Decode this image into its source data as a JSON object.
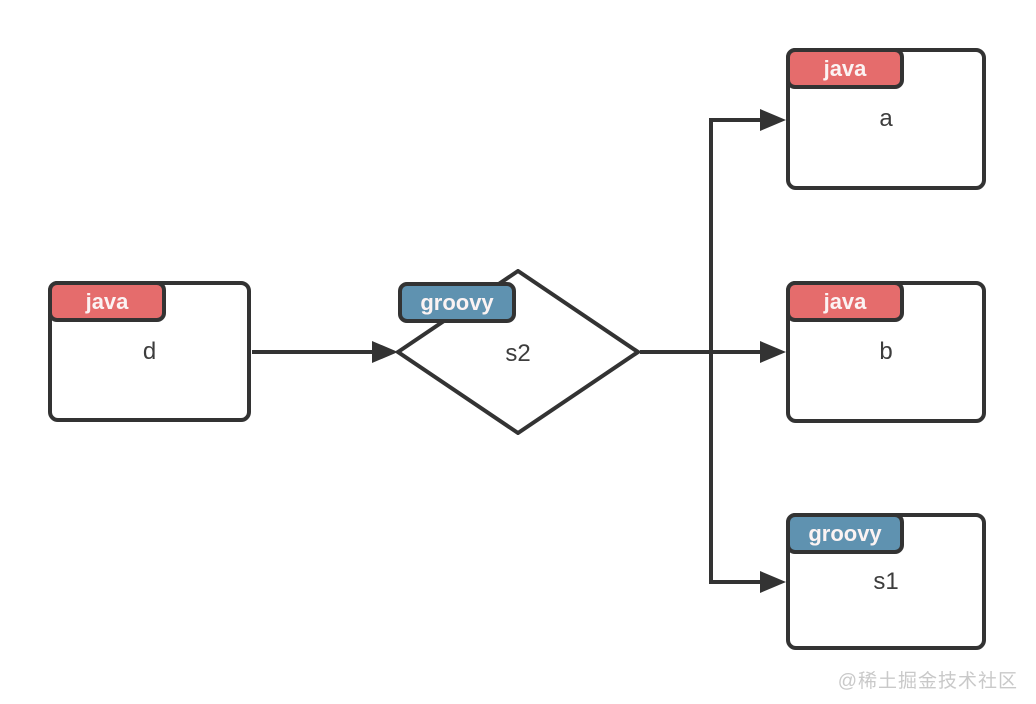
{
  "diagram": {
    "nodes": [
      {
        "id": "d",
        "label": "d",
        "tag": "java",
        "shape": "rect"
      },
      {
        "id": "s2",
        "label": "s2",
        "tag": "groovy",
        "shape": "diamond"
      },
      {
        "id": "a",
        "label": "a",
        "tag": "java",
        "shape": "rect"
      },
      {
        "id": "b",
        "label": "b",
        "tag": "java",
        "shape": "rect"
      },
      {
        "id": "s1",
        "label": "s1",
        "tag": "groovy",
        "shape": "rect"
      }
    ],
    "edges": [
      {
        "from": "d",
        "to": "s2"
      },
      {
        "from": "s2",
        "to": "a"
      },
      {
        "from": "s2",
        "to": "b"
      },
      {
        "from": "s2",
        "to": "s1"
      }
    ],
    "colors": {
      "java": "#e56c6c",
      "groovy": "#5f92b0",
      "line": "#333333"
    }
  },
  "watermark": "@稀土掘金技术社区"
}
